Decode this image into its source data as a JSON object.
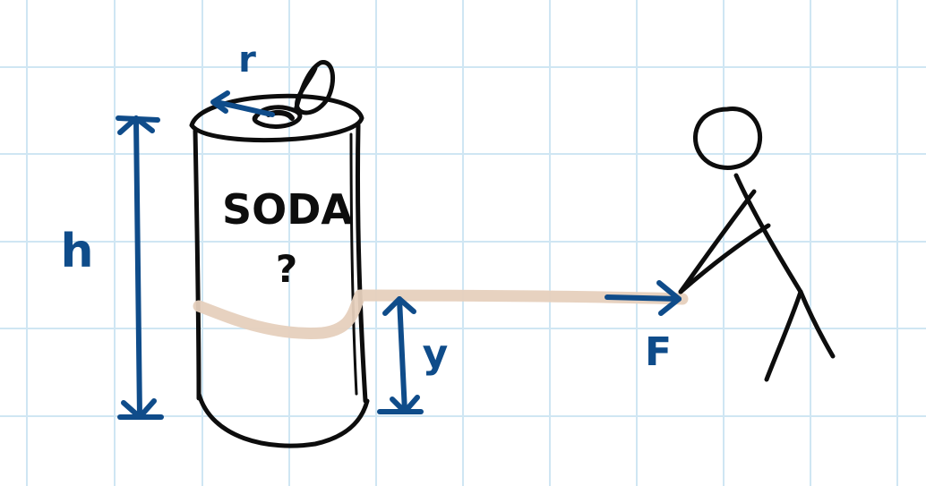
{
  "labels": {
    "can_text": "SODA",
    "question": "?",
    "height": "h",
    "radius": "r",
    "rope_height": "y",
    "force": "F"
  },
  "colors": {
    "grid": "#cfe6f3",
    "ink": "#0d0d0d",
    "dimension": "#0f4c8a",
    "rope": "#e6d0bd",
    "background": "#ffffff"
  }
}
